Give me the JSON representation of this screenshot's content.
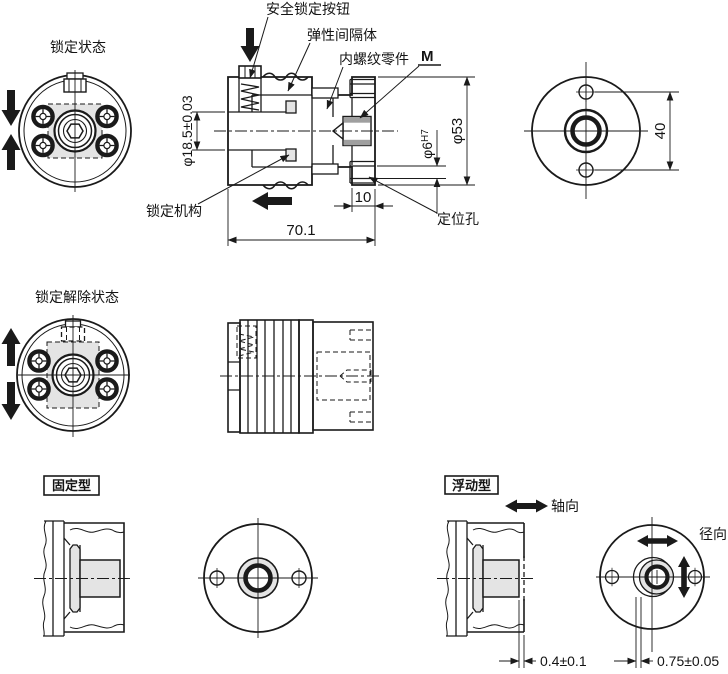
{
  "palette": {
    "ink": "#1a1a1a",
    "fill_gray": "#e4e4e4",
    "background": "#ffffff"
  },
  "views": {
    "locked": {
      "title": "锁定状态"
    },
    "unlocked": {
      "title": "锁定解除状态"
    },
    "section": {
      "labels": {
        "safety_button": "安全锁定按钮",
        "elastic_spacer": "弹性间隔体",
        "female_thread_part": "内螺纹零件",
        "thread_mark": "M",
        "lock_mechanism": "锁定机构",
        "locating_hole": "定位孔"
      },
      "dims": {
        "bore_dia": "φ18.5±0.03",
        "total_length": "70.1",
        "hole_depth": "10",
        "locating_dia": "φ6",
        "locating_fit": "H7",
        "outer_dia": "φ53"
      }
    },
    "rear": {
      "dims": {
        "hole_pitch": "40"
      }
    },
    "fixed": {
      "title": "固定型"
    },
    "floating": {
      "title": "浮动型",
      "axial_label": "轴向",
      "radial_label": "径向",
      "dims": {
        "axial_play": "0.4±0.1",
        "radial_play": "0.75±0.05"
      }
    }
  }
}
